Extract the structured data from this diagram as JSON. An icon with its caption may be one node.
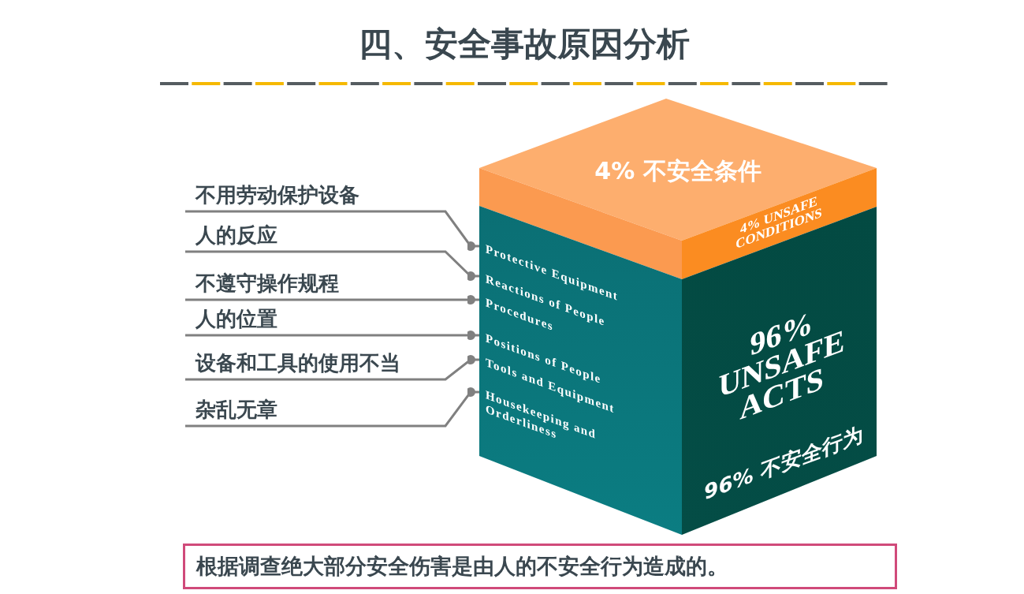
{
  "diagram": {
    "title": "四、安全事故原因分析",
    "nodes": [
      {
        "text": [
          "4% 不安全条件"
        ]
      },
      {
        "text": [],
        "shape": "box"
      },
      {
        "text": [
          "Protective Equipment"
        ],
        "in": 1
      },
      {
        "text": [
          "Reactions of People"
        ],
        "in": 1
      },
      {
        "text": [
          "Procedures"
        ],
        "in": 1
      },
      {
        "text": [
          "Positions of People"
        ],
        "in": 1
      },
      {
        "text": [
          "Tools and Equipment"
        ],
        "in": 1
      },
      {
        "text": [
          "Housekeeping and Orderliness"
        ],
        "in": 1
      },
      {
        "text": [
          "4% UNSAFE CONDITIONS",
          "96% UNSAFE ACTS",
          "96% 不安全行为"
        ]
      },
      {
        "text": [
          "不用劳动保护设备"
        ]
      },
      {
        "text": [
          "人的反应"
        ]
      },
      {
        "text": [
          "不遵守操作规程"
        ]
      },
      {
        "text": [
          "人的位置"
        ]
      },
      {
        "text": [
          "设备和工具的使用不当"
        ]
      },
      {
        "text": [
          "杂乱无章"
        ]
      }
    ],
    "edges": [
      {
        "from": 9,
        "to": 2,
        "arrow": "other"
      },
      {
        "from": 10,
        "to": 3,
        "arrow": "other"
      },
      {
        "from": 11,
        "to": 4,
        "arrow": "other"
      },
      {
        "from": 12,
        "to": 5,
        "arrow": "other"
      },
      {
        "from": 13,
        "to": 6,
        "arrow": "other"
      },
      {
        "from": 14,
        "to": 7,
        "arrow": "other"
      }
    ],
    "caption": "根据调查绝大部分安全伤害是由人的不安全行为造成的。"
  }
}
